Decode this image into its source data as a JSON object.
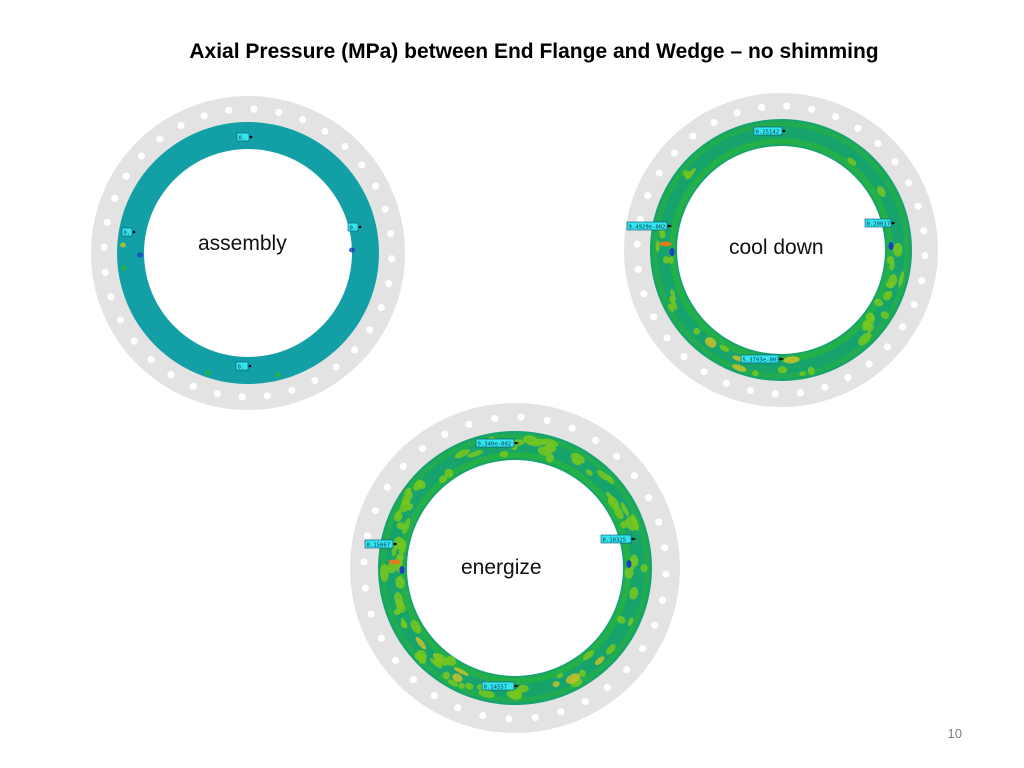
{
  "slide": {
    "title": "Axial Pressure (MPa) between End Flange and Wedge – no shimming",
    "page_number": "10"
  },
  "panels": [
    {
      "label": "assembly",
      "color_state": "uniform",
      "probes": [
        {
          "value": "0."
        },
        {
          "value": "0."
        },
        {
          "value": "0."
        },
        {
          "value": "0."
        }
      ]
    },
    {
      "label": "cool down",
      "color_state": "varied",
      "probes": [
        {
          "value": "0.25142"
        },
        {
          "value": "9.4929e-002"
        },
        {
          "value": "0.20017"
        },
        {
          "value": "5.3793e-003"
        }
      ]
    },
    {
      "label": "energize",
      "color_state": "varied",
      "probes": [
        {
          "value": "9.340e-002"
        },
        {
          "value": "0.15067"
        },
        {
          "value": "0.18325"
        },
        {
          "value": "0.14557"
        }
      ]
    }
  ],
  "colors": {
    "flange": "#e3e3e3",
    "bolt_hole": "#ffffff",
    "pressure_uniform": "#129fa6",
    "pressure_base": "#17a36c",
    "pressure_low_band": "#2bb53a",
    "pressure_mid": "#78c81e",
    "pressure_high": "#c8c228",
    "pressure_peak": "#e07b1e",
    "pressure_min": "#1a3fc4",
    "probe_fill": "#33e6ee",
    "probe_border": "#0a4f70"
  }
}
